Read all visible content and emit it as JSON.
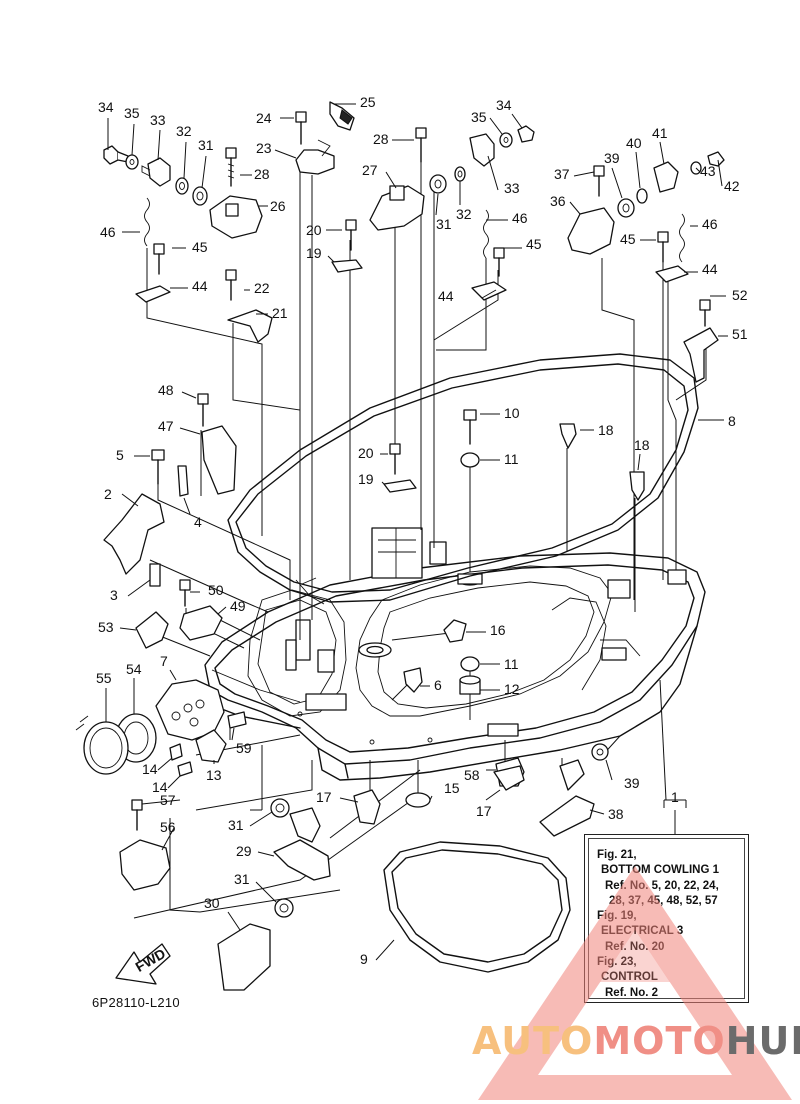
{
  "callouts": [
    "34",
    "35",
    "33",
    "32",
    "31",
    "28",
    "26",
    "24",
    "25",
    "23",
    "28",
    "27",
    "31",
    "32",
    "35",
    "34",
    "33",
    "37",
    "39",
    "40",
    "41",
    "43",
    "42",
    "36",
    "46",
    "45",
    "44",
    "46",
    "45",
    "44",
    "20",
    "19",
    "22",
    "21",
    "46",
    "45",
    "44",
    "52",
    "51",
    "48",
    "47",
    "10",
    "18",
    "18",
    "8",
    "5",
    "4",
    "2",
    "20",
    "19",
    "11",
    "3",
    "50",
    "49",
    "53",
    "16",
    "11",
    "6",
    "12",
    "7",
    "54",
    "55",
    "59",
    "14",
    "14",
    "13",
    "58",
    "17",
    "15",
    "17",
    "39",
    "38",
    "1",
    "57",
    "56",
    "31",
    "29",
    "31",
    "30",
    "9"
  ],
  "reference_box": {
    "lines": [
      "Fig. 21,",
      "BOTTOM COWLING 1",
      "Ref. No. 5, 20, 22, 24,",
      "28, 37, 45, 48, 52, 57",
      "Fig. 19,",
      "ELECTRICAL 3",
      "Ref. No. 20",
      "Fig. 23,",
      "CONTROL",
      "Ref. No. 2"
    ]
  },
  "fwd_arrow_label": "FWD",
  "diagram_code": "6P28110-L210",
  "watermark": {
    "part1": "AUTO",
    "part2": "MOTO",
    "part3": "HUB",
    "color_auto": "#f7c07e",
    "color_moto": "#f08f86",
    "color_hub": "#6b6b6b",
    "triangle_color": "#f0837a"
  }
}
